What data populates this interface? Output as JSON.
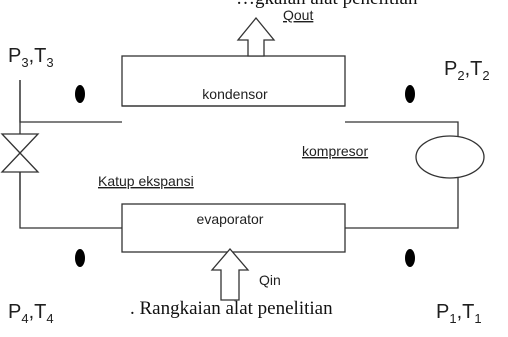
{
  "top_text": "…gkaian alat penelitian",
  "caption": ". Rangkaian alat penelitian",
  "labels": {
    "p3t3": {
      "p": "P",
      "ps": "3",
      "t": ",T",
      "ts": "3"
    },
    "p2t2": {
      "p": "P",
      "ps": "2",
      "t": ",T",
      "ts": "2"
    },
    "p4t4": {
      "p": "P",
      "ps": "4",
      "t": ",T",
      "ts": "4"
    },
    "p1t1": {
      "p": "P",
      "ps": "1",
      "t": ",T",
      "ts": "1"
    }
  },
  "components": {
    "kondensor": "kondensor",
    "evaporator": "evaporator",
    "kompresor": "kompresor",
    "katup": "Katup ekspansi"
  },
  "flows": {
    "qout": "Qout",
    "qin": "Qin"
  }
}
